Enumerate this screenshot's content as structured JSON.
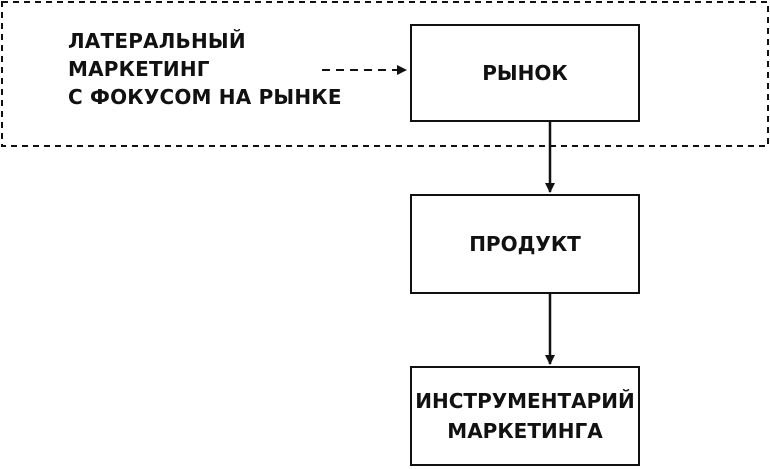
{
  "diagram": {
    "note_lines": [
      "ЛАТЕРАЛЬНЫЙ",
      "МАРКЕТИНГ",
      "С ФОКУСОМ НА РЫНКЕ"
    ],
    "boxes": {
      "market": "РЫНОК",
      "product": "ПРОДУКТ",
      "tools_lines": [
        "ИНСТРУМЕНТАРИЙ",
        "МАРКЕТИНГА"
      ]
    }
  }
}
